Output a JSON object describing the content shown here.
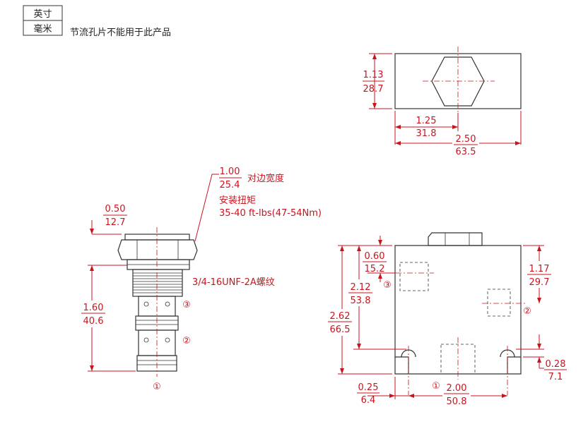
{
  "legend": {
    "unit_top": "英寸",
    "unit_bottom": "毫米"
  },
  "note": "节流孔片不能用于此产品",
  "top_view": {
    "height_in": "1.13",
    "height_mm": "28.7",
    "port_in": "1.25",
    "port_mm": "31.8",
    "width_in": "2.50",
    "width_mm": "63.5"
  },
  "cartridge": {
    "hex_in": "1.00",
    "hex_mm": "25.4",
    "hex_label": "对边宽度",
    "torque_label": "安装扭矩",
    "torque_value": "35-40 ft-lbs(47-54Nm)",
    "head_in": "0.50",
    "head_mm": "12.7",
    "thread_label": "3/4-16UNF-2A螺纹",
    "length_in": "1.60",
    "length_mm": "40.6",
    "port1": "①",
    "port2": "②",
    "port3": "③"
  },
  "front_view": {
    "p3_in": "0.60",
    "p3_mm": "15.2",
    "p3b_in": "2.12",
    "p3b_mm": "53.8",
    "total_in": "2.62",
    "total_mm": "66.5",
    "p2_in": "1.17",
    "p2_mm": "29.7",
    "mount_in": "0.28",
    "mount_mm": "7.1",
    "edge_in": "0.25",
    "edge_mm": "6.4",
    "holes_in": "2.00",
    "holes_mm": "50.8",
    "port1": "①",
    "port2": "②",
    "port3": "③"
  }
}
